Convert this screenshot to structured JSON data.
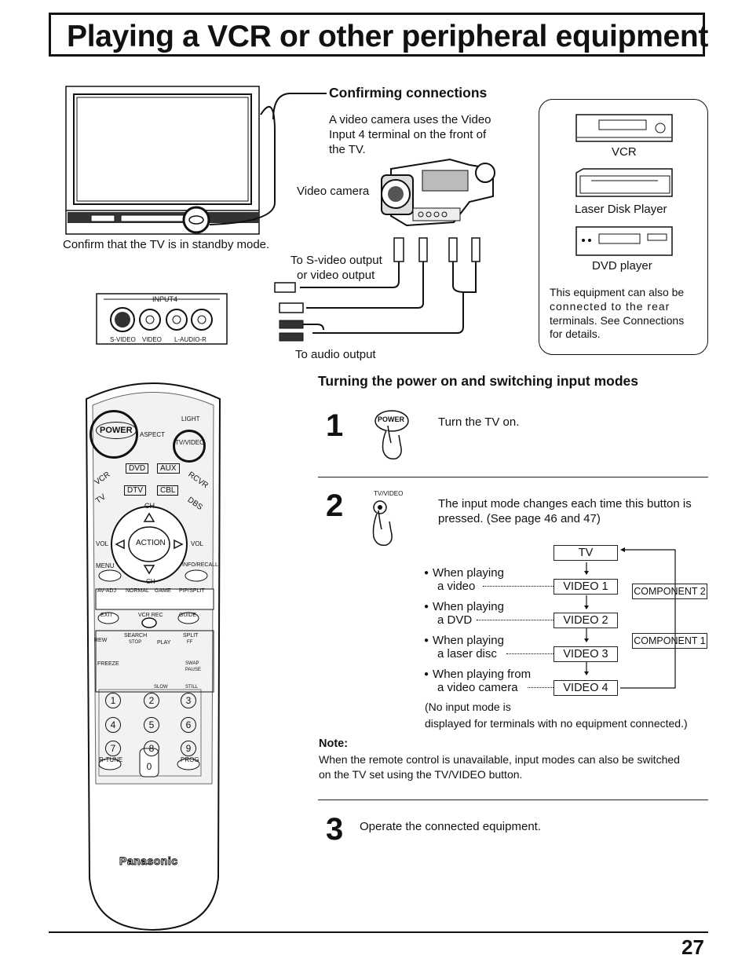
{
  "page": {
    "title": "Playing a VCR or other peripheral equipment",
    "page_number": "27"
  },
  "tv": {
    "caption": "Confirm that the TV is in standby mode."
  },
  "input_panel": {
    "label_top": "INPUT4",
    "label_svideo": "S-VIDEO",
    "label_video": "VIDEO",
    "label_audio": "L-AUDIO-R"
  },
  "confirming": {
    "heading": "Confirming connections",
    "body_line1": "A video camera uses the Video",
    "body_line2": "Input 4 terminal on the front of",
    "body_line3": "the TV.",
    "video_camera_label": "Video camera",
    "svideo_line1": "To S-video output",
    "svideo_line2": "or video output",
    "audio_label": "To audio output"
  },
  "equipment": {
    "vcr": "VCR",
    "laser": "Laser Disk Player",
    "dvd": "DVD player",
    "note_line1": "This equipment can also be",
    "note_line2": "connected to the rear",
    "note_line3": "terminals. See Connections",
    "note_line4": "for details."
  },
  "remote": {
    "brand": "Panasonic",
    "buttons": {
      "power": "POWER",
      "light": "LIGHT",
      "aspect": "ASPECT",
      "tvvideo": "TV/VIDEO",
      "vcr": "VCR",
      "dvd": "DVD",
      "aux": "AUX",
      "rcvr": "RCVR",
      "tv": "TV",
      "dtv": "DTV",
      "cbl": "CBL",
      "dbs": "DBS",
      "ch_top": "CH",
      "ch_bottom": "CH",
      "vol_left": "VOL",
      "vol_right": "VOL",
      "action": "ACTION",
      "menu": "MENU",
      "inforecall": "INFO/RECALL",
      "avadj": "AV-ADJ",
      "normal": "NORMAL",
      "game": "GAME",
      "pipsplit": "PIP/SPLIT",
      "exit": "EXIT",
      "vcrrec": "VCR REC",
      "guide": "GUIDE",
      "rew": "REW",
      "search": "SEARCH",
      "stop": "STOP",
      "play": "PLAY",
      "split": "SPLIT",
      "ff": "FF",
      "freeze": "FREEZE",
      "swap": "SWAP",
      "pause": "PAUSE",
      "slow": "SLOW",
      "still": "STILL",
      "rtune": "R-TUNE",
      "prog": "PROG",
      "digits": [
        "1",
        "2",
        "3",
        "4",
        "5",
        "6",
        "7",
        "8",
        "9",
        "0"
      ]
    }
  },
  "turning": {
    "heading": "Turning the power on and switching input modes",
    "step1_num": "1",
    "step1_text": "Turn the TV on.",
    "step1_button": "POWER",
    "step2_num": "2",
    "step2_button_label": "TV/VIDEO",
    "step2_line1": "The input mode changes each time this button is",
    "step2_line2": "pressed. (See page 46 and 47)",
    "modes": {
      "tv": "TV",
      "video1": "VIDEO 1",
      "video2": "VIDEO 2",
      "video3": "VIDEO 3",
      "video4": "VIDEO 4",
      "component2": "COMPONENT 2",
      "component1": "COMPONENT 1"
    },
    "when_video_l1": "When playing",
    "when_video_l2": "a video",
    "when_dvd_l1": "When playing",
    "when_dvd_l2": "a DVD",
    "when_laser_l1": "When playing",
    "when_laser_l2": "a laser disc",
    "when_camera_l1": "When playing from",
    "when_camera_l2": "a video camera",
    "no_input_l1": "(No input mode is",
    "no_input_l2": "displayed for terminals with no equipment connected.)",
    "note_heading": "Note:",
    "note_l1": "When the remote control is unavailable, input modes can also be switched",
    "note_l2": "on the TV set using the TV/VIDEO button.",
    "step3_num": "3",
    "step3_text": "Operate the connected equipment."
  }
}
